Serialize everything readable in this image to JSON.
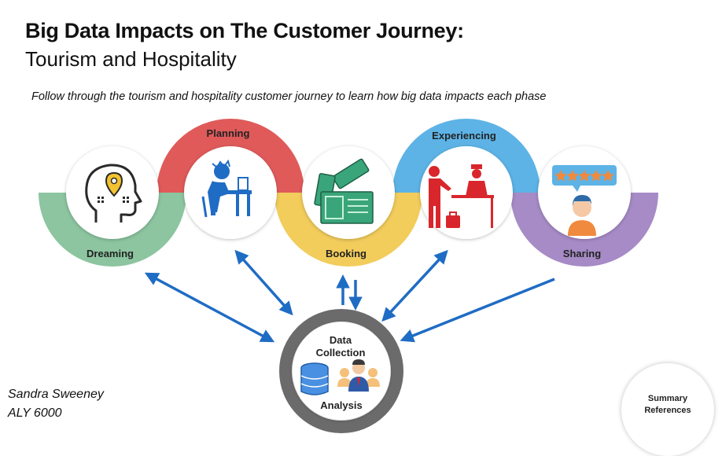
{
  "header": {
    "title": "Big Data Impacts on The Customer Journey:",
    "subtitle": "Tourism and Hospitality",
    "tagline": "Follow through the tourism and hospitality customer journey to learn how big data impacts each phase"
  },
  "phases": [
    {
      "label": "Dreaming",
      "icon": "head-location-icon",
      "color": "#8cc5a0"
    },
    {
      "label": "Planning",
      "icon": "person-at-computer-icon",
      "color": "#e05a5a"
    },
    {
      "label": "Booking",
      "icon": "tickets-icon",
      "color": "#f2cd5c"
    },
    {
      "label": "Experiencing",
      "icon": "hotel-reception-icon",
      "color": "#5db3e6"
    },
    {
      "label": "Sharing",
      "icon": "five-star-review-icon",
      "color": "#a68bc6"
    }
  ],
  "hub": {
    "line1": "Data",
    "line2": "Collection",
    "line3": "Analysis",
    "icons": [
      "database-icon",
      "people-icon"
    ]
  },
  "author": {
    "name": "Sandra Sweeney",
    "course": "ALY 6000"
  },
  "summary": {
    "line1": "Summary",
    "line2": "References"
  },
  "colors": {
    "arrow": "#1f6cc4",
    "hub_ring": "#6b6b6b",
    "icon_dark": "#2a2a2a",
    "icon_blue": "#1f6cc4",
    "icon_green": "#3aa57a",
    "icon_red": "#d9262c"
  }
}
